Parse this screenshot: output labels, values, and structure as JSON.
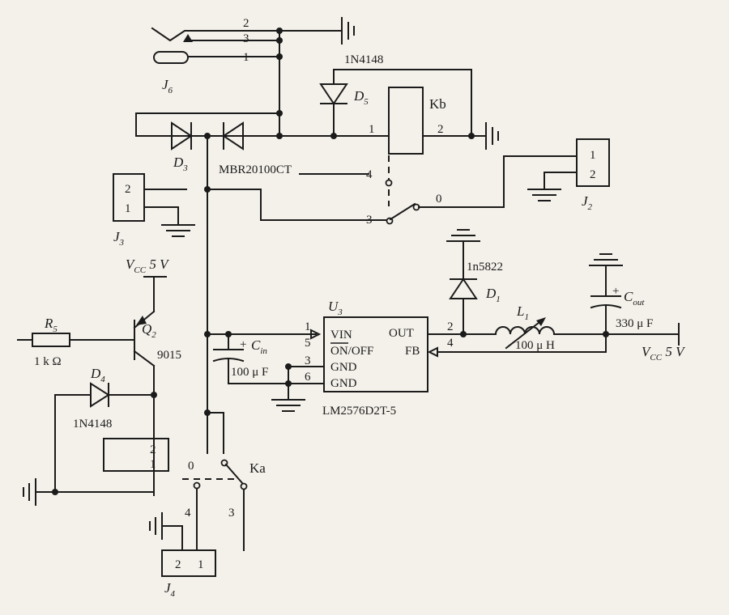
{
  "diagram": {
    "connectors": {
      "j6": {
        "ref": "J",
        "sub": "6",
        "pins": [
          "2",
          "3",
          "1"
        ]
      },
      "j3": {
        "ref": "J",
        "sub": "3",
        "pins": [
          "2",
          "1"
        ]
      },
      "j2": {
        "ref": "J",
        "sub": "2",
        "pins": [
          "1",
          "2"
        ]
      },
      "j4": {
        "ref": "J",
        "sub": "4",
        "pins": [
          "2",
          "1"
        ]
      }
    },
    "diodes": {
      "d5": {
        "ref": "D",
        "sub": "5",
        "part": "1N4148"
      },
      "d3": {
        "ref": "D",
        "sub": "3",
        "part": "MBR20100CT"
      },
      "d1": {
        "ref": "D",
        "sub": "1",
        "part": "1n5822"
      },
      "d4": {
        "ref": "D",
        "sub": "4",
        "part": "1N4148"
      }
    },
    "relay": {
      "coil_ref": "Kb",
      "coil_pins": [
        "1",
        "2"
      ],
      "contact_pins": [
        "4",
        "3",
        "0"
      ],
      "contact_ref": "Ka",
      "ka_pins": [
        "0",
        "4",
        "3"
      ],
      "ka_coil_pins": [
        "2",
        "1"
      ]
    },
    "transistor": {
      "ref": "Q",
      "sub": "2",
      "part": "9015"
    },
    "resistor": {
      "ref": "R",
      "sub": "5",
      "value": "1 k Ω"
    },
    "vcc_top": {
      "prefix": "V",
      "sub": "CC",
      "value": " 5 V"
    },
    "vcc_out": {
      "prefix": "V",
      "sub": "CC",
      "value": " 5 V"
    },
    "regulator": {
      "ref": "U",
      "sub": "3",
      "part": "LM2576D2T-5",
      "pins_left": [
        "VIN",
        "ON/OFF",
        "GND",
        "GND"
      ],
      "pin_nums_left": [
        "1",
        "5",
        "3",
        "6"
      ],
      "pins_right": [
        "OUT",
        "FB"
      ],
      "pin_nums_right": [
        "2",
        "4"
      ]
    },
    "cin": {
      "ref": "C",
      "sub": "in",
      "value": "100 μ F",
      "polarity": "+"
    },
    "cout": {
      "ref": "C",
      "sub": "out",
      "value": "330 μ F",
      "polarity": "+"
    },
    "inductor": {
      "ref": "L",
      "sub": "1",
      "value": "100 μ H"
    }
  }
}
